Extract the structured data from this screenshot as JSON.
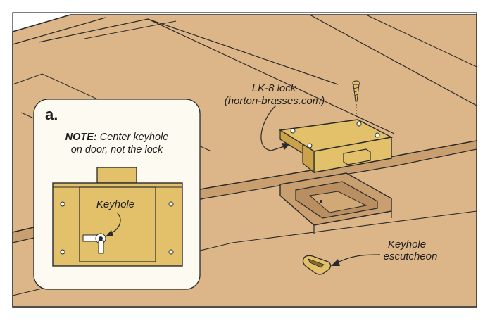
{
  "labels": {
    "lock_line1": "LK-8 lock",
    "lock_line2": "(horton-brasses.com)",
    "escutcheon_line1": "Keyhole",
    "escutcheon_line2": "escutcheon",
    "inset_letter": "a.",
    "note_prefix": "NOTE:",
    "note_line1_rest": " Center keyhole",
    "note_line2": "on door, not the lock",
    "inset_keyhole": "Keyhole"
  },
  "colors": {
    "wood": "#dcb688",
    "wood_dark": "#c99f70",
    "wood_shadow": "#b98f62",
    "brass": "#e2c16a",
    "brass_dark": "#c9a24a",
    "outline": "#2a2a2a",
    "panel": "#fdfaf2"
  }
}
